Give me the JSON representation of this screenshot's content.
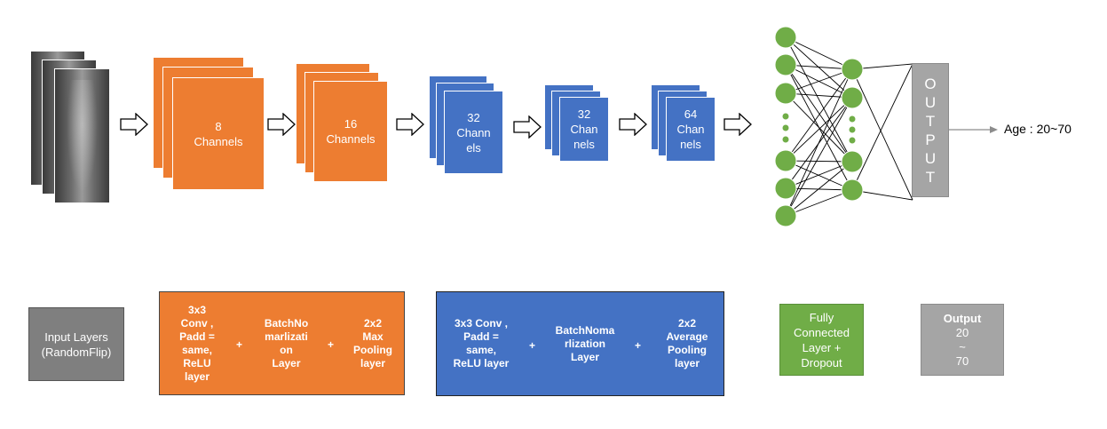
{
  "pipeline": {
    "block1": {
      "label_line1": "8",
      "label_line2": "Channels"
    },
    "block2": {
      "label_line1": "16",
      "label_line2": "Channels"
    },
    "block3": {
      "label_line1": "32",
      "label_line2": "Chann",
      "label_line3": "els"
    },
    "block4": {
      "label_line1": "32",
      "label_line2": "Chan",
      "label_line3": "nels"
    },
    "block5": {
      "label_line1": "64",
      "label_line2": "Chan",
      "label_line3": "nels"
    },
    "output_box": {
      "letters": [
        "O",
        "U",
        "T",
        "P",
        "U",
        "T"
      ]
    },
    "output_label": "Age : 20~70"
  },
  "legend": {
    "input": {
      "line1": "Input Layers",
      "line2": "(RandomFlip)"
    },
    "orange_block": {
      "item1": [
        "3x3",
        "Conv ,",
        "Padd =",
        "same,",
        "ReLU",
        "layer"
      ],
      "plus1": "+",
      "item2": [
        "BatchNo",
        "marlizati",
        "on",
        "Layer"
      ],
      "plus2": "+",
      "item3": [
        "2x2",
        "Max",
        "Pooling",
        "layer"
      ]
    },
    "blue_block": {
      "item1": [
        "3x3 Conv ,",
        "Padd =",
        "same,",
        "ReLU layer"
      ],
      "plus1": "+",
      "item2": [
        "BatchNoma",
        "rlization",
        "Layer"
      ],
      "plus2": "+",
      "item3": [
        "2x2",
        "Average",
        "Pooling",
        "layer"
      ]
    },
    "fully_connected": [
      "Fully",
      "Connected",
      "Layer +",
      "Dropout"
    ],
    "output": {
      "title": "Output",
      "line1": "20",
      "line2": "~",
      "line3": "70"
    }
  },
  "colors": {
    "orange": "#ED7D31",
    "blue": "#4472C4",
    "green": "#70AD47",
    "gray": "#A5A5A5",
    "dark_gray": "#7F7F7F"
  },
  "icons": {
    "arrow": "block-right-arrow-icon",
    "node": "neuron-node-icon"
  }
}
